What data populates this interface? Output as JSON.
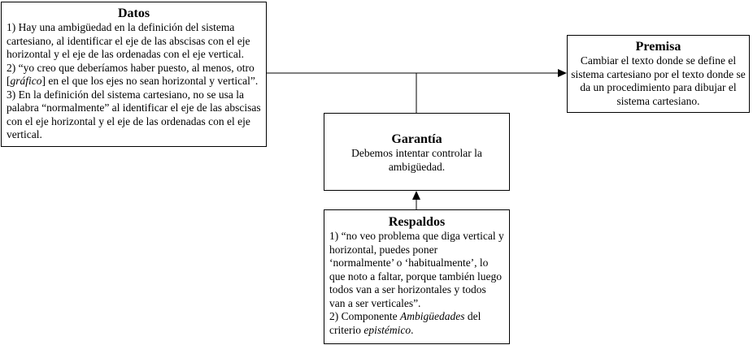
{
  "datos": {
    "title": "Datos",
    "items": [
      {
        "before": "1) Hay una ambigüedad en la definición del sistema cartesiano, al identificar el eje de las abscisas con el eje horizontal y el eje de las ordenadas con el eje vertical.",
        "italic": "",
        "after": ""
      },
      {
        "before": "2) “yo creo que deberíamos haber puesto, al menos, otro [",
        "italic": "gráfico",
        "after": "] en el que los ejes no sean horizontal y vertical”."
      },
      {
        "before": "3) En la definición del sistema cartesiano, no se usa la palabra “normalmente” al identificar el eje de las abscisas con el eje horizontal y el eje de las ordenadas con el eje vertical.",
        "italic": "",
        "after": ""
      }
    ]
  },
  "premisa": {
    "title": "Premisa",
    "text": "Cambiar el texto donde se define el sistema cartesiano por el texto donde se da un procedimiento para dibujar el sistema cartesiano."
  },
  "garantia": {
    "title": "Garantía",
    "text": "Debemos intentar controlar la ambigüedad."
  },
  "respaldos": {
    "title": "Respaldos",
    "item1": "1) “no veo problema que diga vertical y horizontal, puedes poner ‘normalmente’ o ‘habitualmente’, lo que noto a faltar, porque también luego todos van a ser horizontales y todos van a ser verticales”.",
    "item2_a": "2) Componente ",
    "item2_b": "Ambigüedades",
    "item2_c": " del criterio ",
    "item2_d": "epistémico",
    "item2_e": "."
  }
}
